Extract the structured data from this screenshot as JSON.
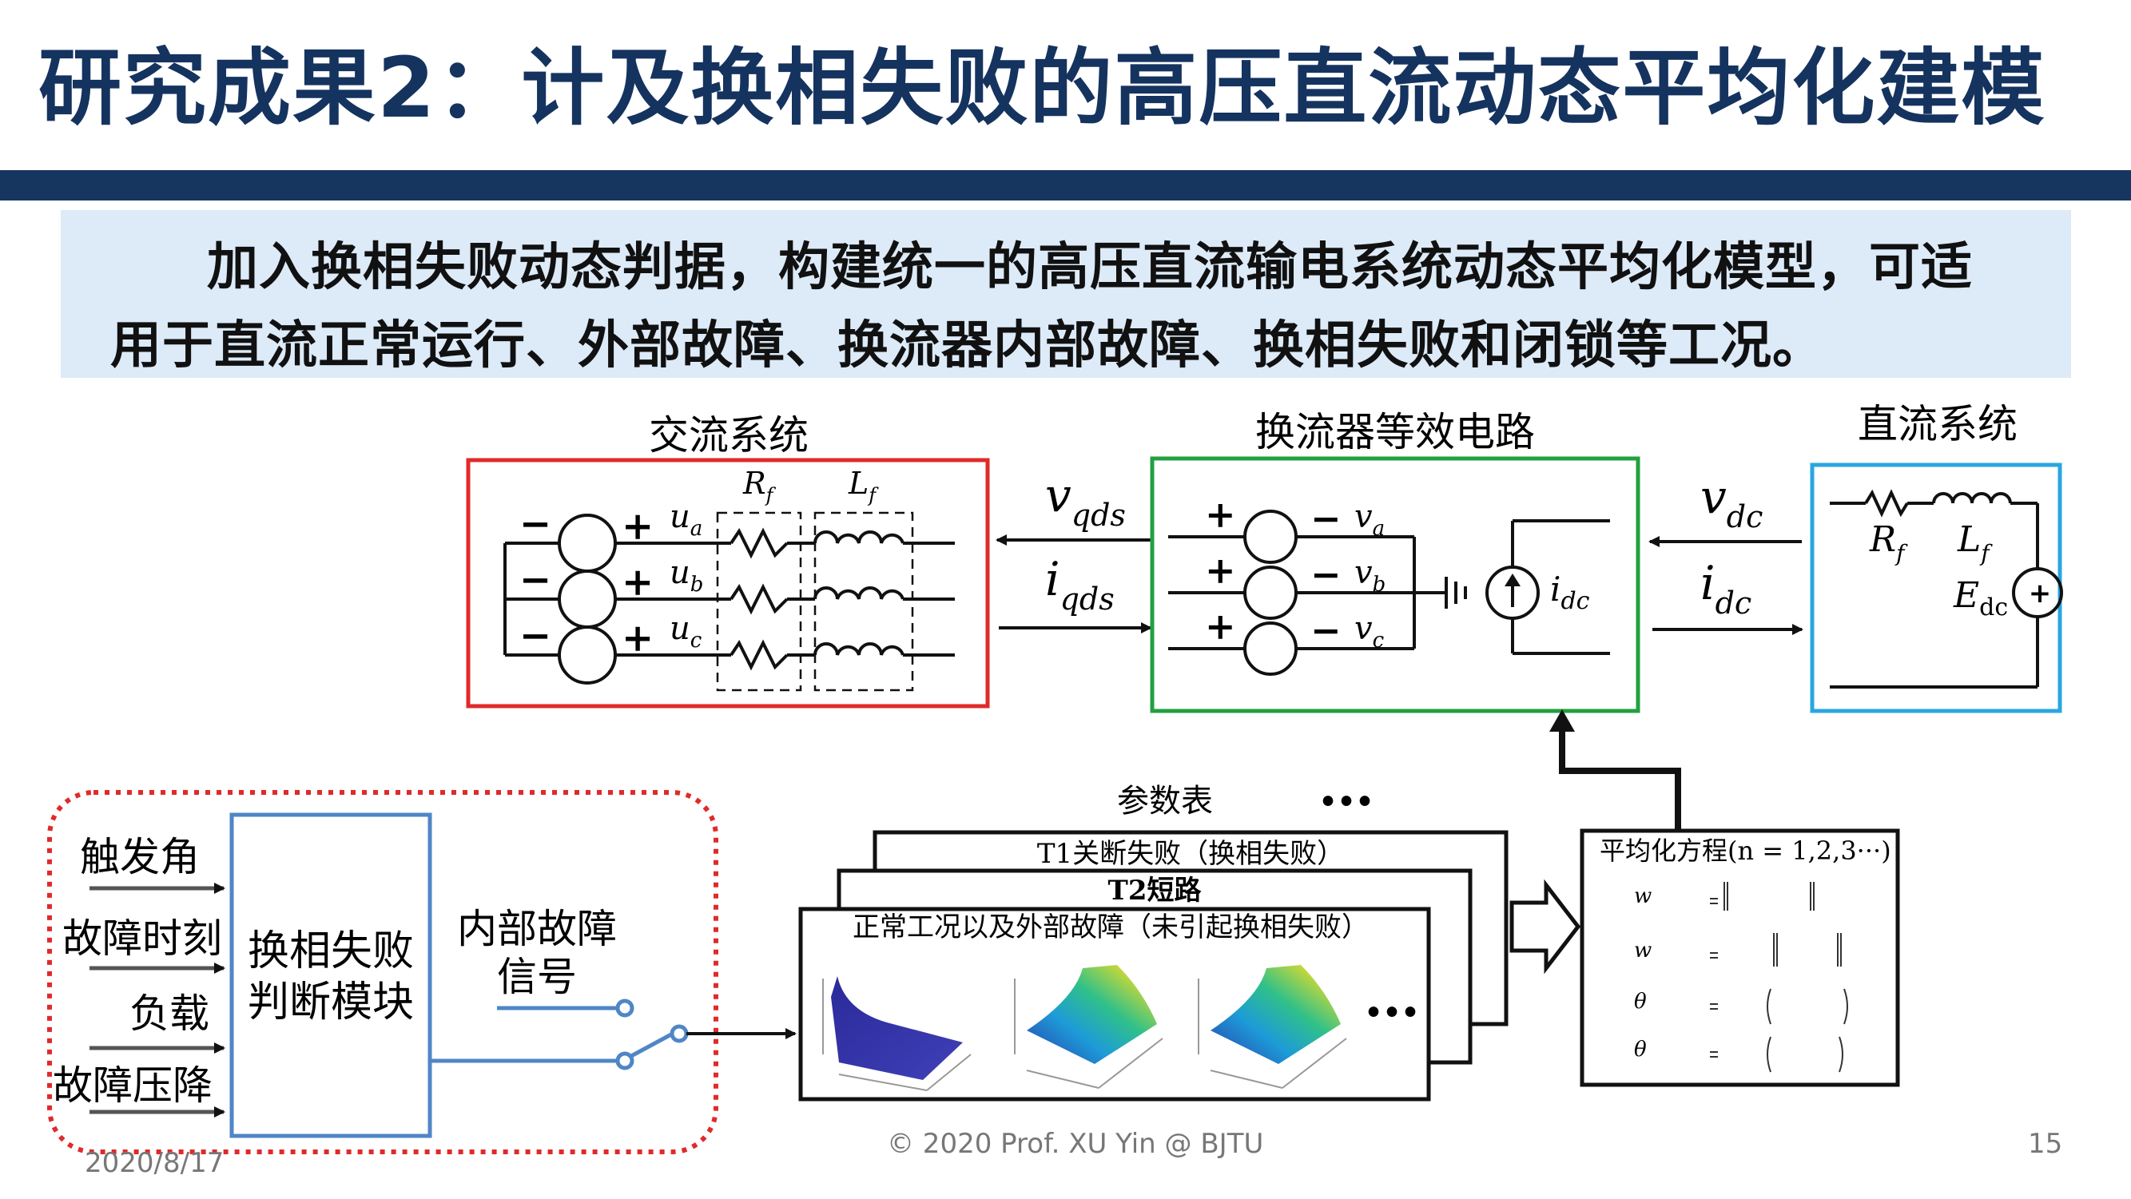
{
  "slide": {
    "title": "研究成果2：计及换相失败的高压直流动态平均化建模",
    "summary_line1": "加入换相失败动态判据，构建统一的高压直流输电系统动态平均化模型，可适",
    "summary_line2": "用于直流正常运行、外部故障、换流器内部故障、换相失败和闭锁等工况。"
  },
  "diagram": {
    "ac_system": {
      "label": "交流系统",
      "u_a": "u",
      "u_a_sub": "a",
      "u_b": "u",
      "u_b_sub": "b",
      "u_c": "u",
      "u_c_sub": "c",
      "Rf": "R",
      "Rf_sub": "f",
      "Lf": "L",
      "Lf_sub": "f"
    },
    "v_qds": "v",
    "v_qds_sub": "qds",
    "i_qds": "i",
    "i_qds_sub": "qds",
    "converter": {
      "label": "换流器等效电路",
      "v_a": "v",
      "v_a_sub": "a",
      "v_b": "v",
      "v_b_sub": "b",
      "v_c": "v",
      "v_c_sub": "c",
      "i_dc": "i",
      "i_dc_sub": "dc"
    },
    "v_dc": "v",
    "v_dc_sub": "dc",
    "i_dc": "i",
    "i_dc_sub": "dc",
    "dc_system": {
      "label": "直流系统",
      "Rf": "R",
      "Rf_sub": "f",
      "Lf": "L",
      "Lf_sub": "f",
      "Edc": "E",
      "Edc_sub": "dc"
    },
    "inputs": [
      "触发角",
      "故障时刻",
      "负载",
      "故障压降"
    ],
    "module_label_1": "换相失败",
    "module_label_2": "判断模块",
    "internal_fault_1": "内部故障",
    "internal_fault_2": "信号",
    "param_table_label": "参数表",
    "ellipsis": "•••",
    "table_t1": "T1关断失败（换相失败）",
    "table_t2": "T2短路",
    "table_normal": "正常工况以及外部故障（未引起换相失败）",
    "equations_title": "平均化方程(n = 1,2,3···)",
    "equations": [
      "w",
      "w",
      "θ",
      "θ"
    ]
  },
  "footer": {
    "date": "2020/8/17",
    "copyright": "© 2020 Prof. XU Yin @ BJTU",
    "page": "15"
  },
  "colors": {
    "title": "#15335f",
    "bar": "#17365f",
    "band": "#ddeaf8",
    "ac_box": "#e02a2a",
    "converter_box": "#22a040",
    "dc_box": "#2aa6e0",
    "module_box": "#4f86c6",
    "dotted_box": "#e02a2a"
  }
}
